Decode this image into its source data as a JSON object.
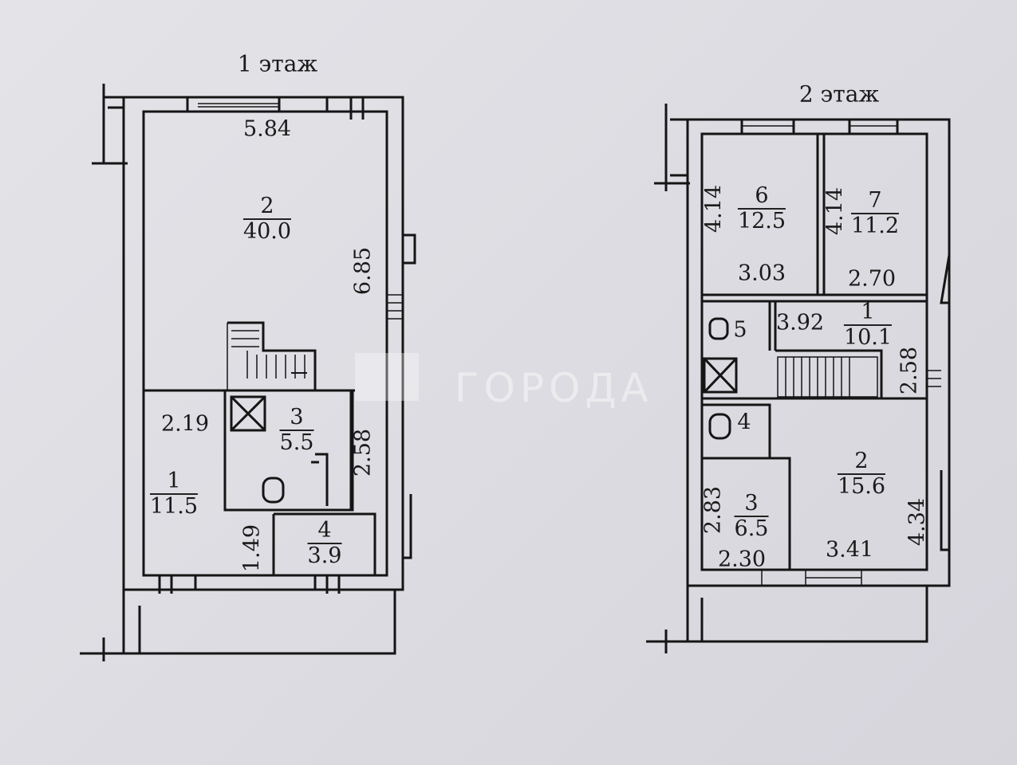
{
  "floor1": {
    "title": "1 этаж",
    "rooms": [
      {
        "number": "2",
        "area": "40.0"
      },
      {
        "number": "1",
        "area": "11.5"
      },
      {
        "number": "3",
        "area": "5.5"
      },
      {
        "number": "4",
        "area": "3.9"
      }
    ],
    "dimensions": [
      "5.84",
      "6.85",
      "2.19",
      "2.58",
      "1.49"
    ]
  },
  "floor2": {
    "title": "2 этаж",
    "rooms": [
      {
        "number": "6",
        "area": "12.5"
      },
      {
        "number": "7",
        "area": "11.2"
      },
      {
        "number": "5"
      },
      {
        "number": "1",
        "area": "10.1"
      },
      {
        "number": "4"
      },
      {
        "number": "2",
        "area": "15.6"
      },
      {
        "number": "3",
        "area": "6.5"
      }
    ],
    "dimensions": [
      "4.14",
      "4.14",
      "3.03",
      "2.70",
      "3.92",
      "2.58",
      "2.83",
      "4.34",
      "2.30",
      "3.41"
    ]
  },
  "watermark": "ГОРОДА"
}
